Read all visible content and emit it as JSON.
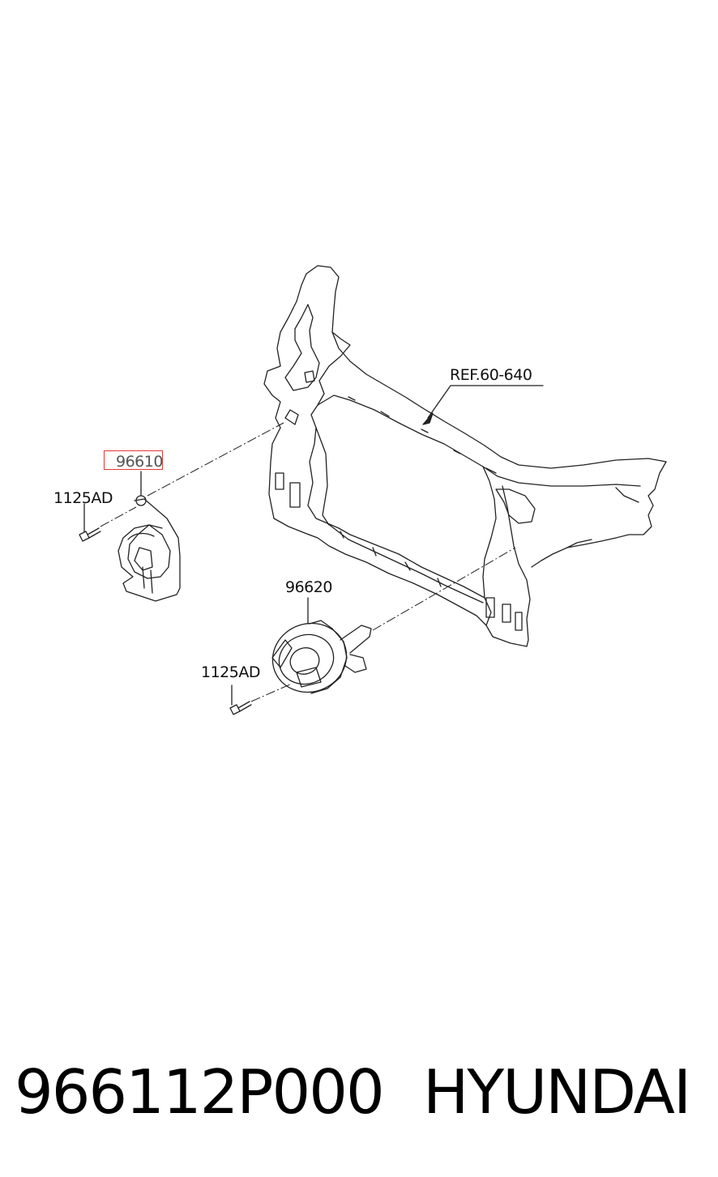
{
  "diagram": {
    "callouts": {
      "ref": "REF.60-640",
      "part_96610": "96610",
      "bolt_left": "1125AD",
      "part_96620": "96620",
      "bolt_lower": "1125AD"
    },
    "highlighted_callout": "96610",
    "highlight_color": "#e53935"
  },
  "footer": {
    "part_number": "966112P000",
    "brand": "HYUNDAI"
  }
}
